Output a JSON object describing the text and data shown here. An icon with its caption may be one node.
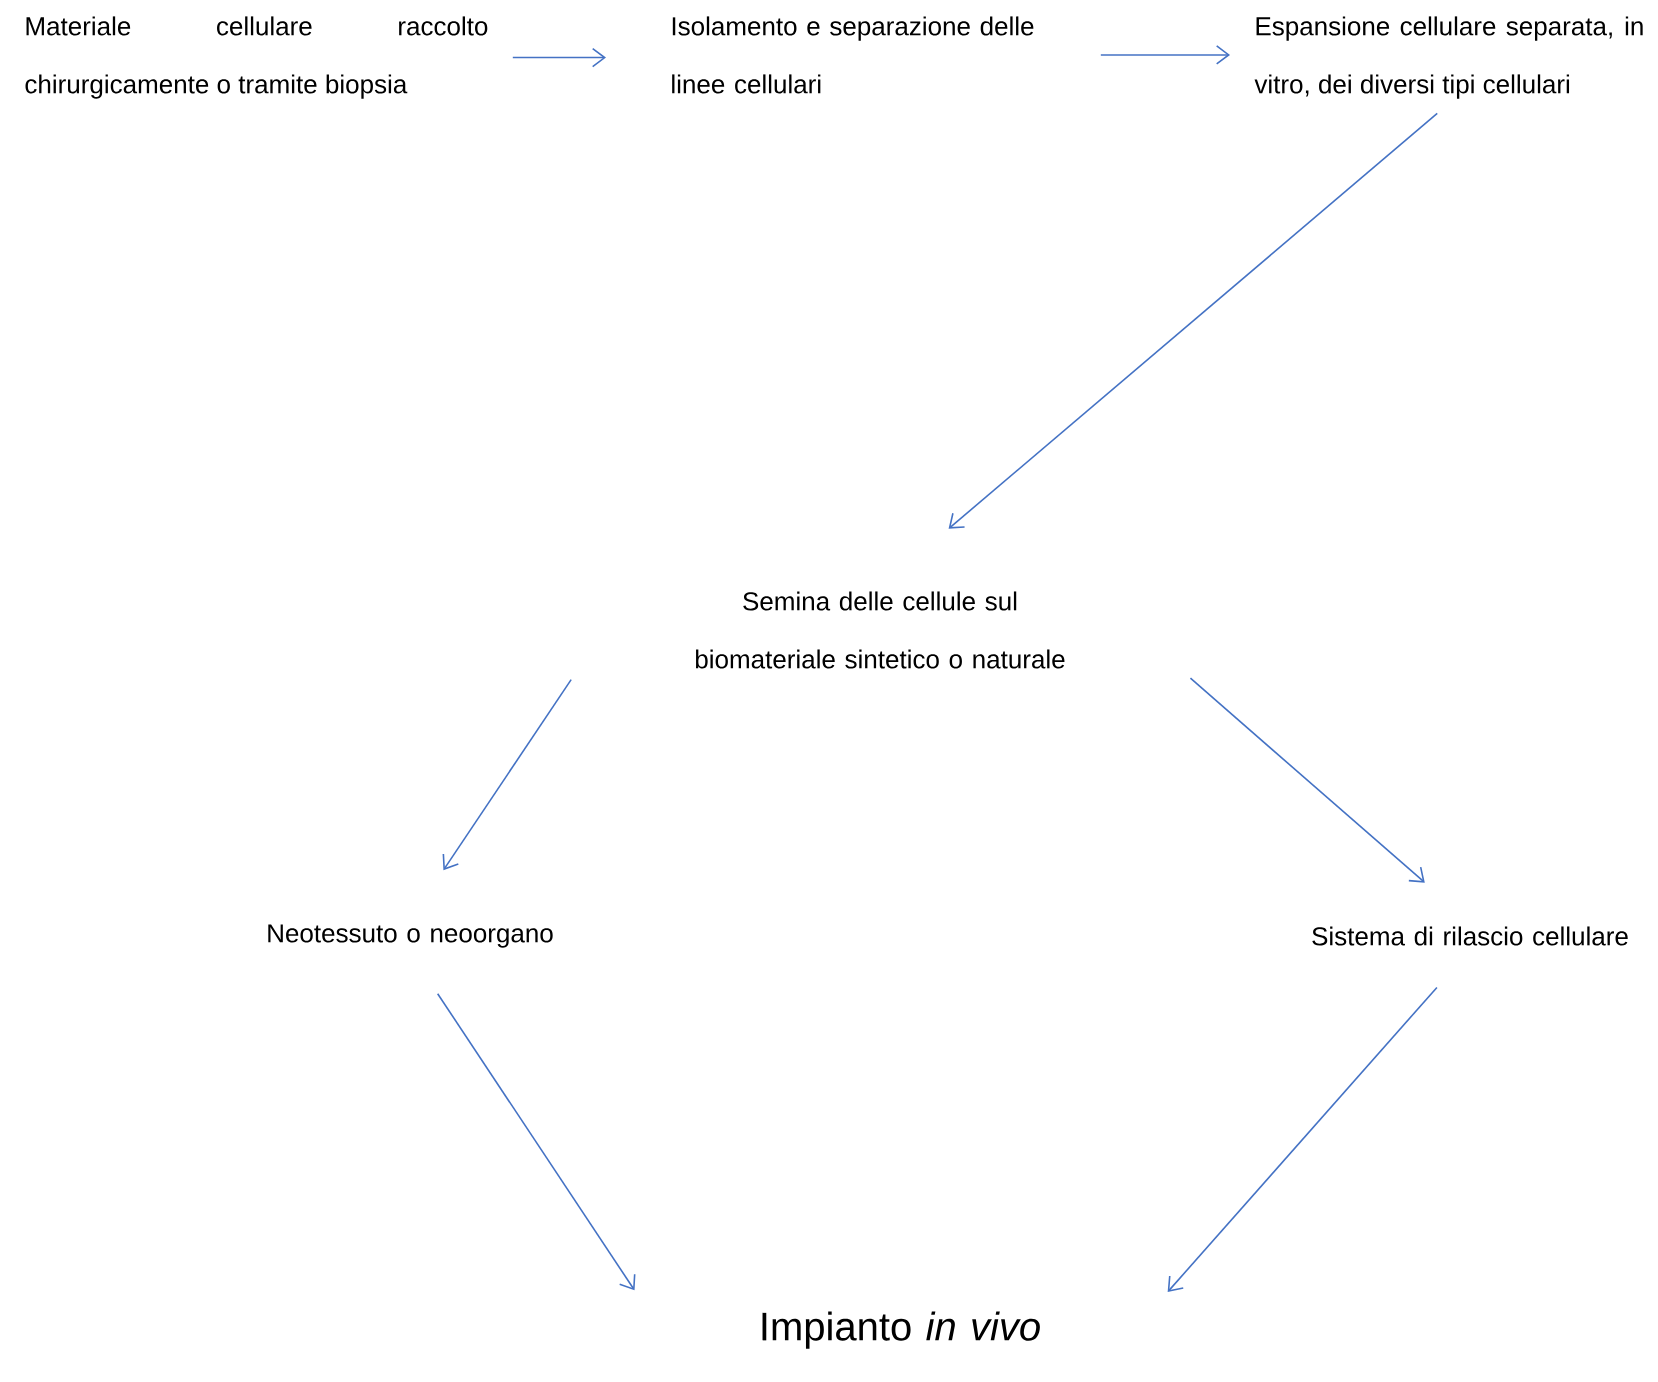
{
  "diagram": {
    "nodes": [
      {
        "text": [
          "Materiale cellulare raccolto chirurgicamente o tramite biopsia"
        ]
      },
      {
        "text": [
          "Isolamento e separazione delle linee cellulari"
        ]
      },
      {
        "text": [
          "Espansione cellulare separata, in vitro, dei diversi tipi cellulari"
        ]
      },
      {
        "text": [
          "Semina delle cellule sul biomateriale sintetico o naturale"
        ]
      },
      {
        "text": [
          "Neotessuto o neoorgano"
        ]
      },
      {
        "text": [
          "Sistema di rilascio cellulare"
        ]
      },
      {
        "text": [
          "Impianto *in vivo*"
        ]
      }
    ],
    "edges": [
      {
        "from": 0,
        "to": 1,
        "arrow": "to"
      },
      {
        "from": 1,
        "to": 2,
        "arrow": "to"
      },
      {
        "from": 2,
        "to": 3,
        "arrow": "to"
      },
      {
        "from": 3,
        "to": 4,
        "arrow": "to"
      },
      {
        "from": 3,
        "to": 5,
        "arrow": "to"
      },
      {
        "from": 4,
        "to": 6,
        "arrow": "to"
      },
      {
        "from": 5,
        "to": 6,
        "arrow": "to"
      }
    ]
  }
}
